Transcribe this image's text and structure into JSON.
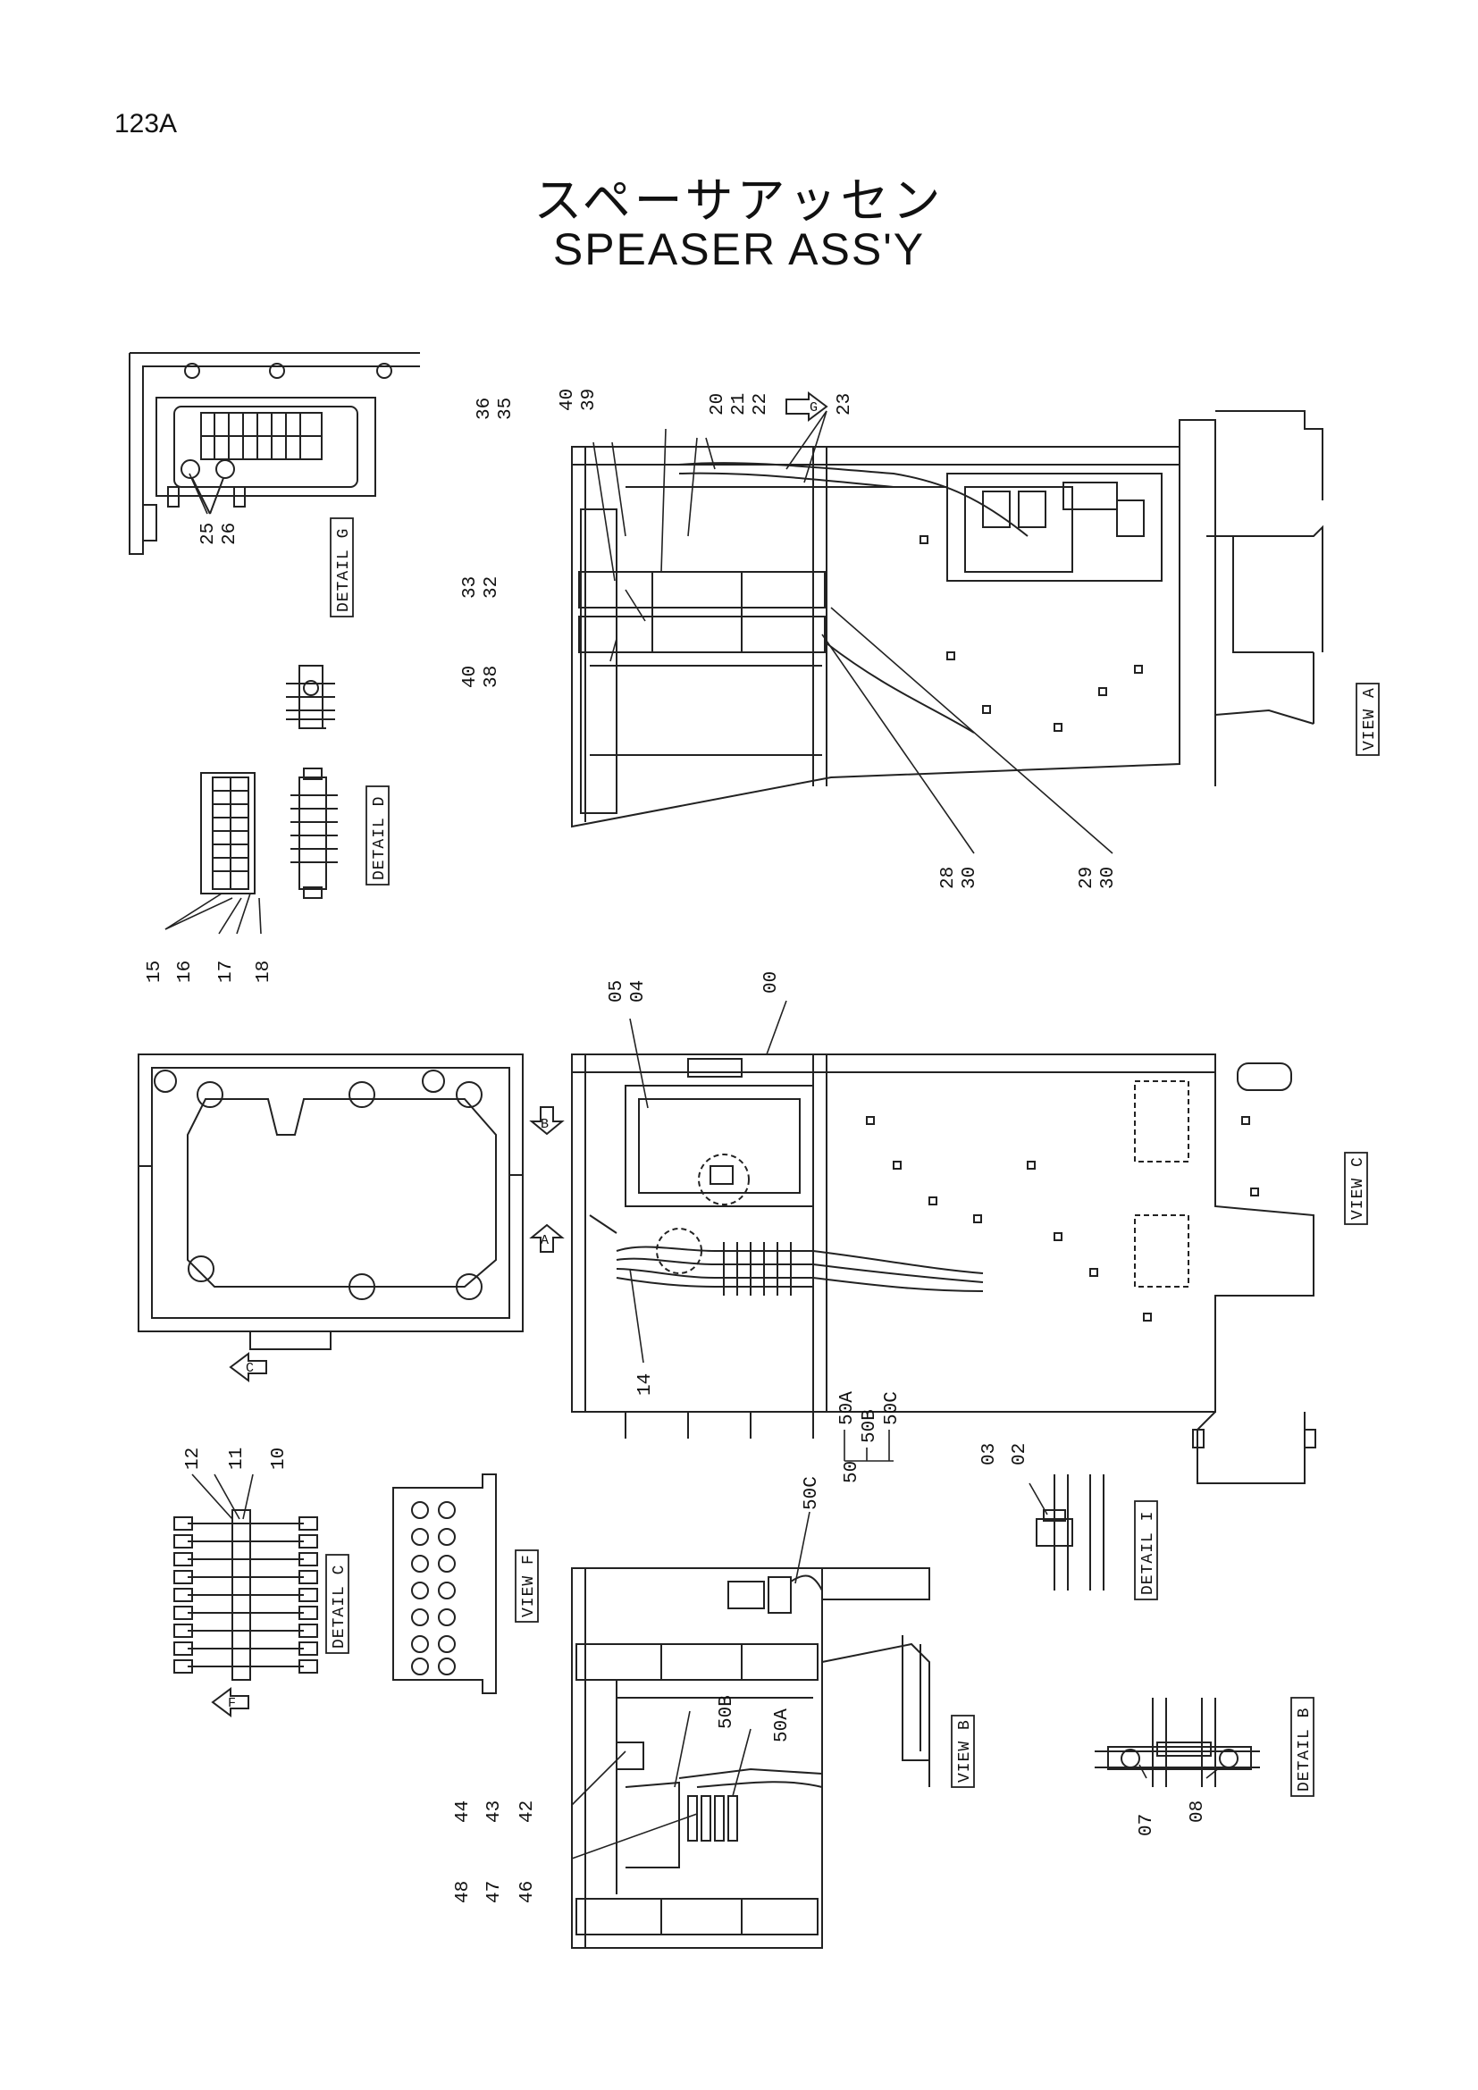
{
  "page_number": "123A",
  "title_jp": "スペーサアッセン",
  "title_en": "SPEASER  ASS'Y",
  "captions": {
    "detail_g": "DETAIL G",
    "detail_d": "DETAIL D",
    "detail_c": "DETAIL C",
    "detail_i": "DETAIL I",
    "detail_b": "DETAIL B",
    "view_a": "VIEW A",
    "view_b": "VIEW B",
    "view_c": "VIEW C",
    "view_f": "VIEW F"
  },
  "arrows": {
    "g": "G",
    "b": "B",
    "a": "A",
    "c": "C",
    "f": "F"
  },
  "callouts": {
    "p00": "00",
    "p02": "02",
    "p03": "03",
    "p04": "04",
    "p05": "05",
    "p07": "07",
    "p08": "08",
    "p10": "10",
    "p11": "11",
    "p12": "12",
    "p14": "14",
    "p15": "15",
    "p16": "16",
    "p17": "17",
    "p18": "18",
    "p20": "20",
    "p21": "21",
    "p22": "22",
    "p23": "23",
    "p25": "25",
    "p26": "26",
    "p28": "28",
    "p29": "29",
    "p30": "30",
    "p32": "32",
    "p33": "33",
    "p35": "35",
    "p36": "36",
    "p38": "38",
    "p39": "39",
    "p40": "40",
    "p42": "42",
    "p43": "43",
    "p44": "44",
    "p46": "46",
    "p47": "47",
    "p48": "48",
    "p50": "50",
    "p50a": "50A",
    "p50b": "50B",
    "p50c": "50C"
  }
}
